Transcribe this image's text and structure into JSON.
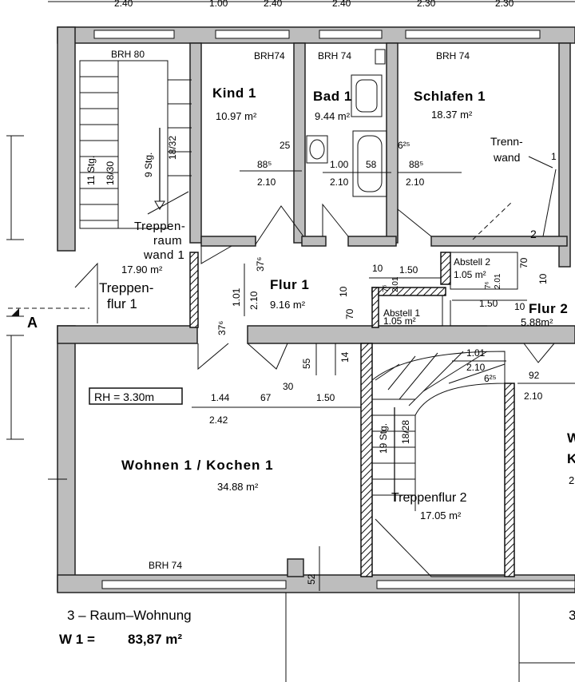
{
  "top_dims": [
    "2.40",
    "1.00",
    "2.40",
    "2.40",
    "2.30",
    "2.30"
  ],
  "rooms": {
    "kind": {
      "brh": "BRH74",
      "name": "Kind 1",
      "area": "10.97 m²"
    },
    "bad": {
      "brh": "BRH 74",
      "name": "Bad 1",
      "area": "9.44 m²"
    },
    "schlafen": {
      "brh": "BRH 74",
      "name": "Schlafen 1",
      "area": "18.37 m²"
    },
    "treppenraum": {
      "brh": "BRH 80",
      "stg1": "11 Stg.",
      "stg1b": "18/30",
      "stg2": "9 Stg.",
      "stg2b": "18/32",
      "name_l1": "Treppen-",
      "name_l2": "raum",
      "name_l3": "wand 1",
      "area": "17.90 m²"
    },
    "treppenflur1": {
      "name_l1": "Treppen-",
      "name_l2": "flur 1"
    },
    "flur1": {
      "name": "Flur 1",
      "area": "9.16 m²"
    },
    "abstell1": {
      "name": "Abstell 1",
      "area": "1.05 m²"
    },
    "abstell2": {
      "name": "Abstell 2",
      "area": "1.05 m²"
    },
    "flur2": {
      "name": "Flur 2",
      "area": "5.88m²"
    },
    "wohnen": {
      "brh": "BRH 74",
      "rh": "RH = 3.30m",
      "name": "Wohnen 1  /  Kochen 1",
      "area": "34.88 m²"
    },
    "treppenflur2": {
      "stg": "19 Stg.",
      "stgb": "18/28",
      "name": "Treppenflur 2",
      "area": "17.05 m²"
    },
    "trennwand": {
      "l1": "Trenn-",
      "l2": "wand",
      "num": "1"
    }
  },
  "dims": {
    "kind_25": "25",
    "kind_885": "88⁵",
    "kind_210": "2.10",
    "bad_100": "1.00",
    "bad_58": "58",
    "bad_210": "2.10",
    "schl_625": "6²⁵",
    "schl_885": "88⁵",
    "schl_210": "2.10",
    "flur_376a": "37⁶",
    "flur_101": "1.01",
    "flur_210": "2.10",
    "flur_376b": "37⁶",
    "flur_10": "10",
    "flur_150": "1.50",
    "flur_76": "7⁶",
    "flur_201": "2.01",
    "flur_10b": "10",
    "flur_70": "70",
    "ab2_76": "7⁶",
    "ab2_201": "2.01",
    "ab2_70": "70",
    "ab2_10": "10",
    "ab2_150": "1.50",
    "ab2_10b": "10",
    "ab1_55": "55",
    "ab1_14": "14",
    "w_144": "1.44",
    "w_67": "67",
    "w_30": "30",
    "w_150": "1.50",
    "w_242": "2.42",
    "tf2_101": "1.01",
    "tf2_210": "2.10",
    "tf2_625": "6²⁵",
    "tf2_92": "92",
    "tf2_210b": "2.10",
    "w_52": "52",
    "marker_2": "2",
    "section": "A"
  },
  "cut_right": {
    "w": "W",
    "k": "K",
    "z": "2",
    "d": "3"
  },
  "caption": {
    "line1": "3 – Raum–Wohnung",
    "line2_label": "W 1  =",
    "line2_value": "83,87 m²"
  }
}
